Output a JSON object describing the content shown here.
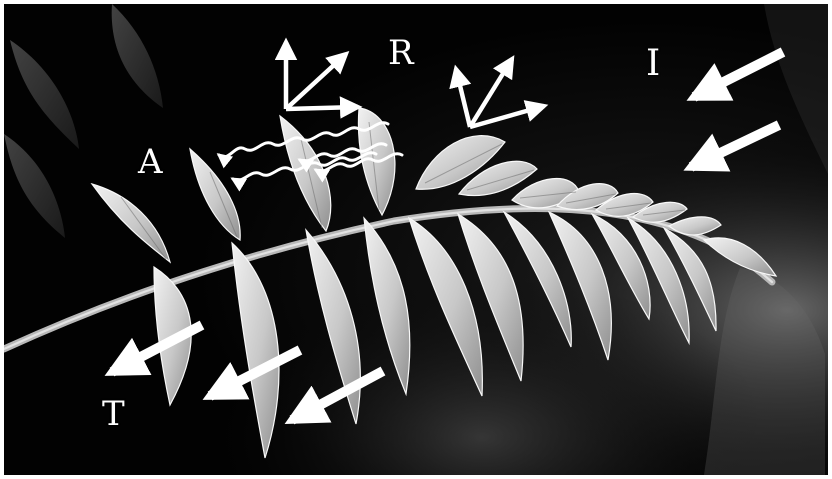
{
  "figure": {
    "labels": {
      "absorbed": "A",
      "reflected": "R",
      "incident": "I",
      "transmitted": "T"
    },
    "colors": {
      "background": "#050505",
      "leaf": "#d8d8d8",
      "arrow": "#ffffff"
    },
    "icons": [
      "incident-light-arrow",
      "reflected-light-arrow",
      "absorbed-light-wave",
      "transmitted-light-arrow"
    ]
  }
}
